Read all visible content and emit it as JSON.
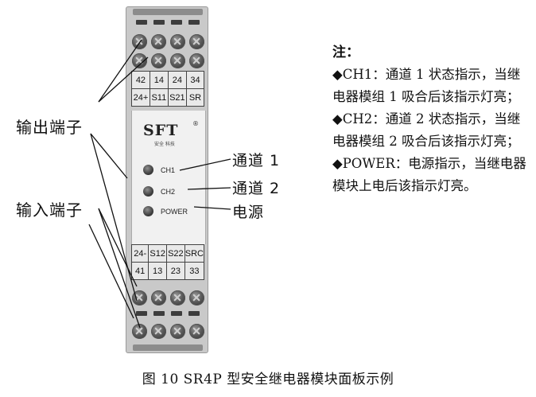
{
  "device": {
    "top_terminals": [
      "42",
      "14",
      "24",
      "34"
    ],
    "top_signals": [
      "24+",
      "S11",
      "S21",
      "SR"
    ],
    "bottom_signals": [
      "24-",
      "S12",
      "S22",
      "SRC"
    ],
    "bottom_terminals": [
      "41",
      "13",
      "23",
      "33"
    ],
    "logo": "SFT",
    "logo_reg": "®",
    "logo_sub": "安全 科技",
    "leds": [
      {
        "label": "CH1"
      },
      {
        "label": "CH2"
      },
      {
        "label": "POWER"
      }
    ]
  },
  "callouts": {
    "output_terminals": "输出端子",
    "input_terminals": "输入端子",
    "channel1": "通道 1",
    "channel2": "通道 2",
    "power": "电源"
  },
  "notes": {
    "title": "注：",
    "items": [
      "◆CH1：通道 1 状态指示，当继电器模组 1 吸合后该指示灯亮；",
      "◆CH2：通道 2 状态指示，当继电器模组 2 吸合后该指示灯亮；",
      "◆POWER：电源指示，当继电器模块上电后该指示灯亮。"
    ]
  },
  "caption": "图  10    SR4P 型安全继电器模块面板示例"
}
